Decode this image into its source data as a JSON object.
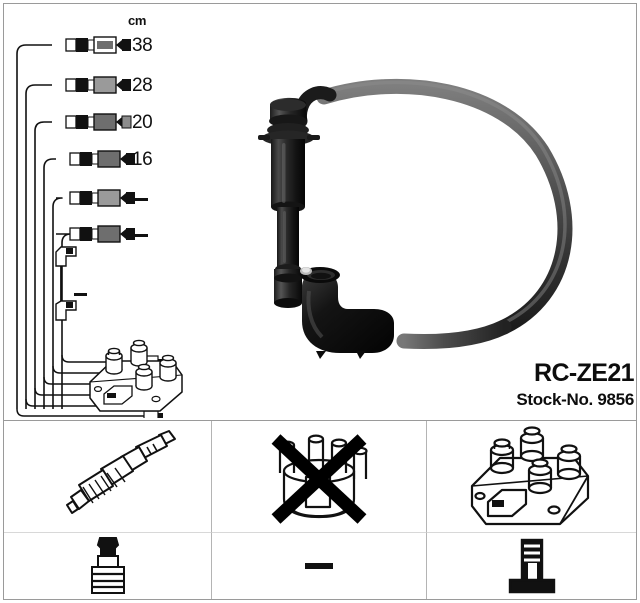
{
  "product": {
    "code": "RC-ZE21",
    "stock_label": "Stock-No. 9856"
  },
  "length_table": {
    "unit_header": "cm",
    "rows": [
      {
        "index": 1,
        "length": "38"
      },
      {
        "index": 2,
        "length": "28"
      },
      {
        "index": 3,
        "length": "20"
      },
      {
        "index": 4,
        "length": "16"
      },
      {
        "index": 5,
        "length": "—"
      },
      {
        "index": 6,
        "length": "—"
      }
    ],
    "extra_lead": {
      "length": "—"
    }
  },
  "schematic": {
    "cable_rows": 6,
    "coil_pack_label": "ignition-coil-pack",
    "short_lead_label": "short-connector-lead"
  },
  "icon_panels": [
    {
      "id": "panel-spark-plug",
      "top_icon": "spark-plug-icon",
      "bottom_icon": "spark-plug-boot-icon",
      "crossed_out": false,
      "bottom_value": ""
    },
    {
      "id": "panel-distributor-cap",
      "top_icon": "distributor-cap-icon",
      "bottom_icon": "dash-icon",
      "crossed_out": true,
      "bottom_value": "—"
    },
    {
      "id": "panel-ignition-coil",
      "top_icon": "ignition-coil-icon",
      "bottom_icon": "coil-terminal-icon",
      "crossed_out": false,
      "bottom_value": ""
    }
  ],
  "colors": {
    "ink": "#111111",
    "frame": "#9a9a9a",
    "divider": "#b4b4b4",
    "background": "#ffffff"
  }
}
